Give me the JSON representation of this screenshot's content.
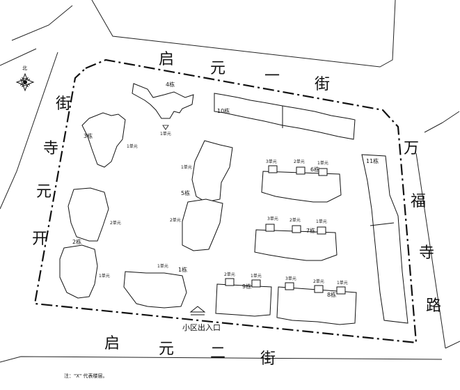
{
  "streets": {
    "north": [
      "启",
      "元",
      "一",
      "街"
    ],
    "south": [
      "启",
      "元",
      "二",
      "街"
    ],
    "west": [
      "开",
      "元",
      "寺",
      "街"
    ],
    "east": [
      "万",
      "福",
      "寺",
      "路"
    ]
  },
  "compass": {
    "label": "北"
  },
  "gate": {
    "label": "小区出入口"
  },
  "note": {
    "text": "注：\"X\" 代表楼层。"
  },
  "buildings": {
    "b1": "1栋",
    "b2": "2栋",
    "b3": "3栋",
    "b4": "4栋",
    "b5": "5栋",
    "b6": "6栋",
    "b7": "7栋",
    "b8": "8栋",
    "b9": "9栋",
    "b10": "10栋",
    "b11": "11栋"
  },
  "units": {
    "u1": "1单元",
    "u2": "2单元",
    "u3": "3单元"
  }
}
